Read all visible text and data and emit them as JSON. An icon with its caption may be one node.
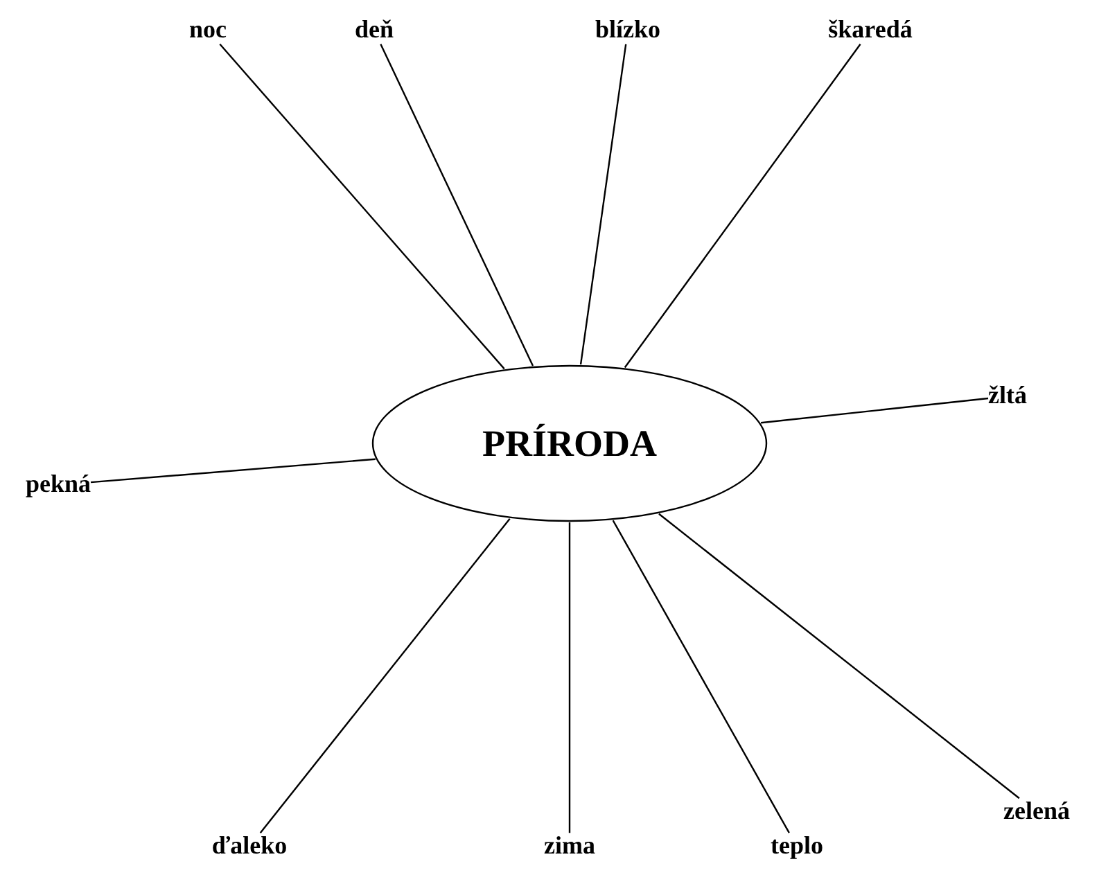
{
  "diagram": {
    "nodes": [
      {
        "text": [
          "noc"
        ]
      },
      {
        "text": [
          "deň"
        ]
      },
      {
        "text": [
          "blízko"
        ]
      },
      {
        "text": [
          "škaredá"
        ]
      },
      {
        "text": [
          "žltá"
        ]
      },
      {
        "text": [
          "PRÍRODA"
        ]
      },
      {
        "text": [
          "pekná"
        ]
      },
      {
        "text": [
          "zelená"
        ]
      },
      {
        "text": [
          "ďaleko"
        ]
      },
      {
        "text": [
          "zima"
        ]
      },
      {
        "text": [
          "teplo"
        ]
      }
    ],
    "edges": [
      {
        "from": 5,
        "to": 0,
        "arrow": "none"
      },
      {
        "from": 5,
        "to": 1,
        "arrow": "none"
      },
      {
        "from": 5,
        "to": 2,
        "arrow": "none"
      },
      {
        "from": 5,
        "to": 3,
        "arrow": "none"
      },
      {
        "from": 5,
        "to": 4,
        "arrow": "none"
      },
      {
        "from": 5,
        "to": 6,
        "arrow": "none"
      },
      {
        "from": 5,
        "to": 7,
        "arrow": "none"
      },
      {
        "from": 5,
        "to": 8,
        "arrow": "none"
      },
      {
        "from": 5,
        "to": 9,
        "arrow": "none"
      },
      {
        "from": 5,
        "to": 10,
        "arrow": "none"
      }
    ]
  }
}
